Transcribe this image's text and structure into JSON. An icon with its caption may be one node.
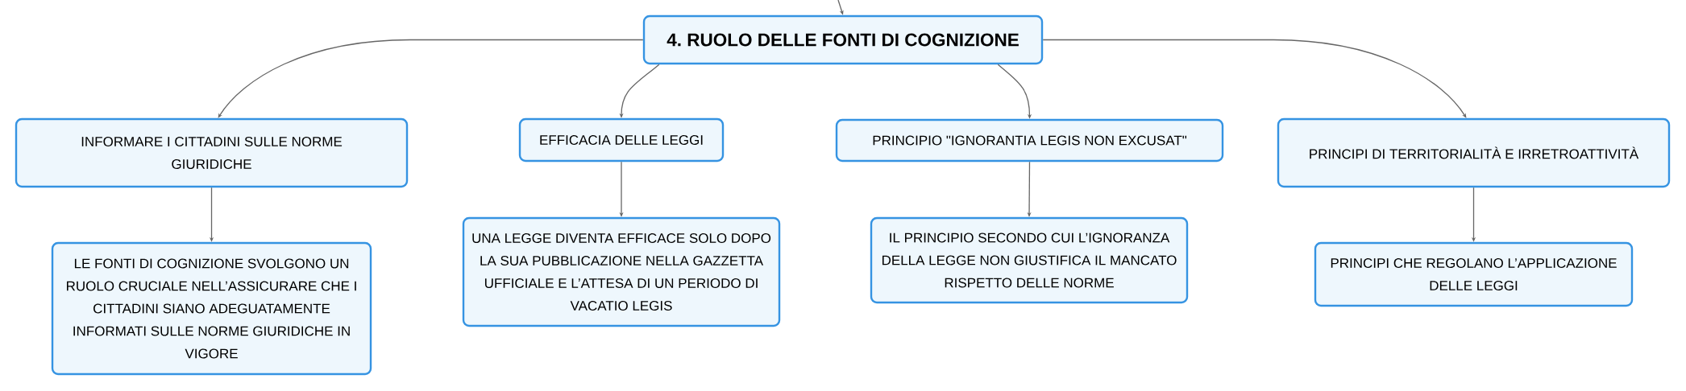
{
  "diagram": {
    "nodes": [
      {
        "text": [
          "4. RUOLO DELLE FONTI DI COGNIZIONE"
        ]
      },
      {
        "text": [
          "INFORMARE I CITTADINI SULLE NORME GIURIDICHE"
        ]
      },
      {
        "text": [
          "EFFICACIA DELLE LEGGI"
        ]
      },
      {
        "text": [
          "PRINCIPIO \"IGNORANTIA LEGIS NON EXCUSAT\""
        ]
      },
      {
        "text": [
          "PRINCIPI DI TERRITORIALITÀ E IRRETROATTIVITÀ"
        ]
      },
      {
        "text": [
          "LE FONTI DI COGNIZIONE SVOLGONO UN RUOLO CRUCIALE NELL’ASSICURARE CHE I CITTADINI SIANO ADEGUATAMENTE INFORMATI SULLE NORME GIURIDICHE IN VIGORE"
        ]
      },
      {
        "text": [
          "UNA LEGGE DIVENTA EFFICACE SOLO DOPO LA SUA PUBBLICAZIONE NELLA GAZZETTA UFFICIALE E L’ATTESA DI UN PERIODO DI VACATIO LEGIS"
        ]
      },
      {
        "text": [
          "IL PRINCIPIO SECONDO CUI L’IGNORANZA DELLA LEGGE NON GIUSTIFICA IL MANCATO RISPETTO DELLE NORME"
        ]
      },
      {
        "text": [
          "PRINCIPI CHE REGOLANO L’APPLICAZIONE DELLE LEGGI"
        ]
      }
    ],
    "edges": [
      {
        "from": null,
        "to": 0,
        "arrow": "to"
      },
      {
        "from": 0,
        "to": 1,
        "arrow": "to"
      },
      {
        "from": 0,
        "to": 2,
        "arrow": "to"
      },
      {
        "from": 0,
        "to": 3,
        "arrow": "to"
      },
      {
        "from": 0,
        "to": 4,
        "arrow": "to"
      },
      {
        "from": 1,
        "to": 5,
        "arrow": "to"
      },
      {
        "from": 2,
        "to": 6,
        "arrow": "to"
      },
      {
        "from": 3,
        "to": 7,
        "arrow": "to"
      },
      {
        "from": 4,
        "to": 8,
        "arrow": "to"
      }
    ]
  }
}
